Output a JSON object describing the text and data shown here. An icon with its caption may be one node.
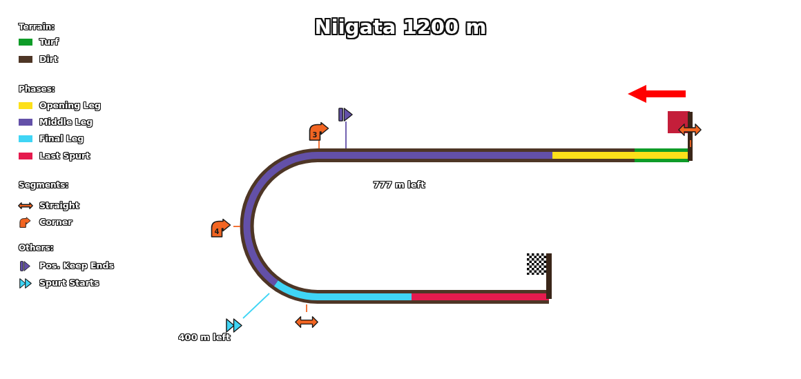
{
  "diagram": {
    "title": "Niigata 1200 m",
    "labels": [
      "Terrain:",
      "Phases:",
      "Segments:",
      "Others:",
      "3",
      "777 m left",
      "4",
      "400 m left"
    ],
    "legend": [
      {
        "text": "Turf",
        "color": "#0e9c28"
      },
      {
        "text": "Dirt",
        "color": "#4e3626"
      },
      {
        "text": "Opening Leg",
        "color": "#fde01a"
      },
      {
        "text": "Middle Leg",
        "color": "#6350a8"
      },
      {
        "text": "Final Leg",
        "color": "#40d5f5"
      },
      {
        "text": "Last Spurt",
        "color": "#e51b4e"
      },
      {
        "text": "Straight"
      },
      {
        "text": "Corner"
      },
      {
        "text": "Pos. Keep Ends"
      },
      {
        "text": "Spurt Starts"
      }
    ]
  }
}
